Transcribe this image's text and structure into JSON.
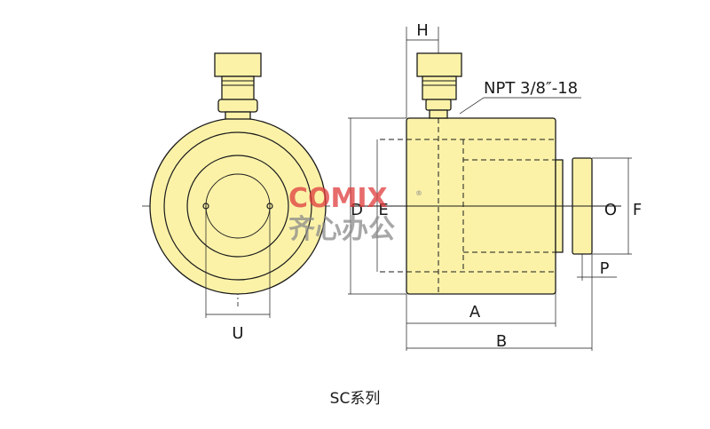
{
  "caption": "SC系列",
  "thread_note": "NPT 3/8″-18",
  "dims": {
    "H": "H",
    "D": "D",
    "E": "E",
    "F": "F",
    "O": "O",
    "P": "P",
    "A": "A",
    "B": "B",
    "U": "U"
  },
  "watermark": {
    "latin": "COMIX",
    "chinese": "齐心办公",
    "registered": "®",
    "color_red": "#e03c3c",
    "color_gray": "#8a8a8a"
  },
  "colors": {
    "body_fill": "#fbf2a8",
    "line": "#1a1a1a"
  }
}
